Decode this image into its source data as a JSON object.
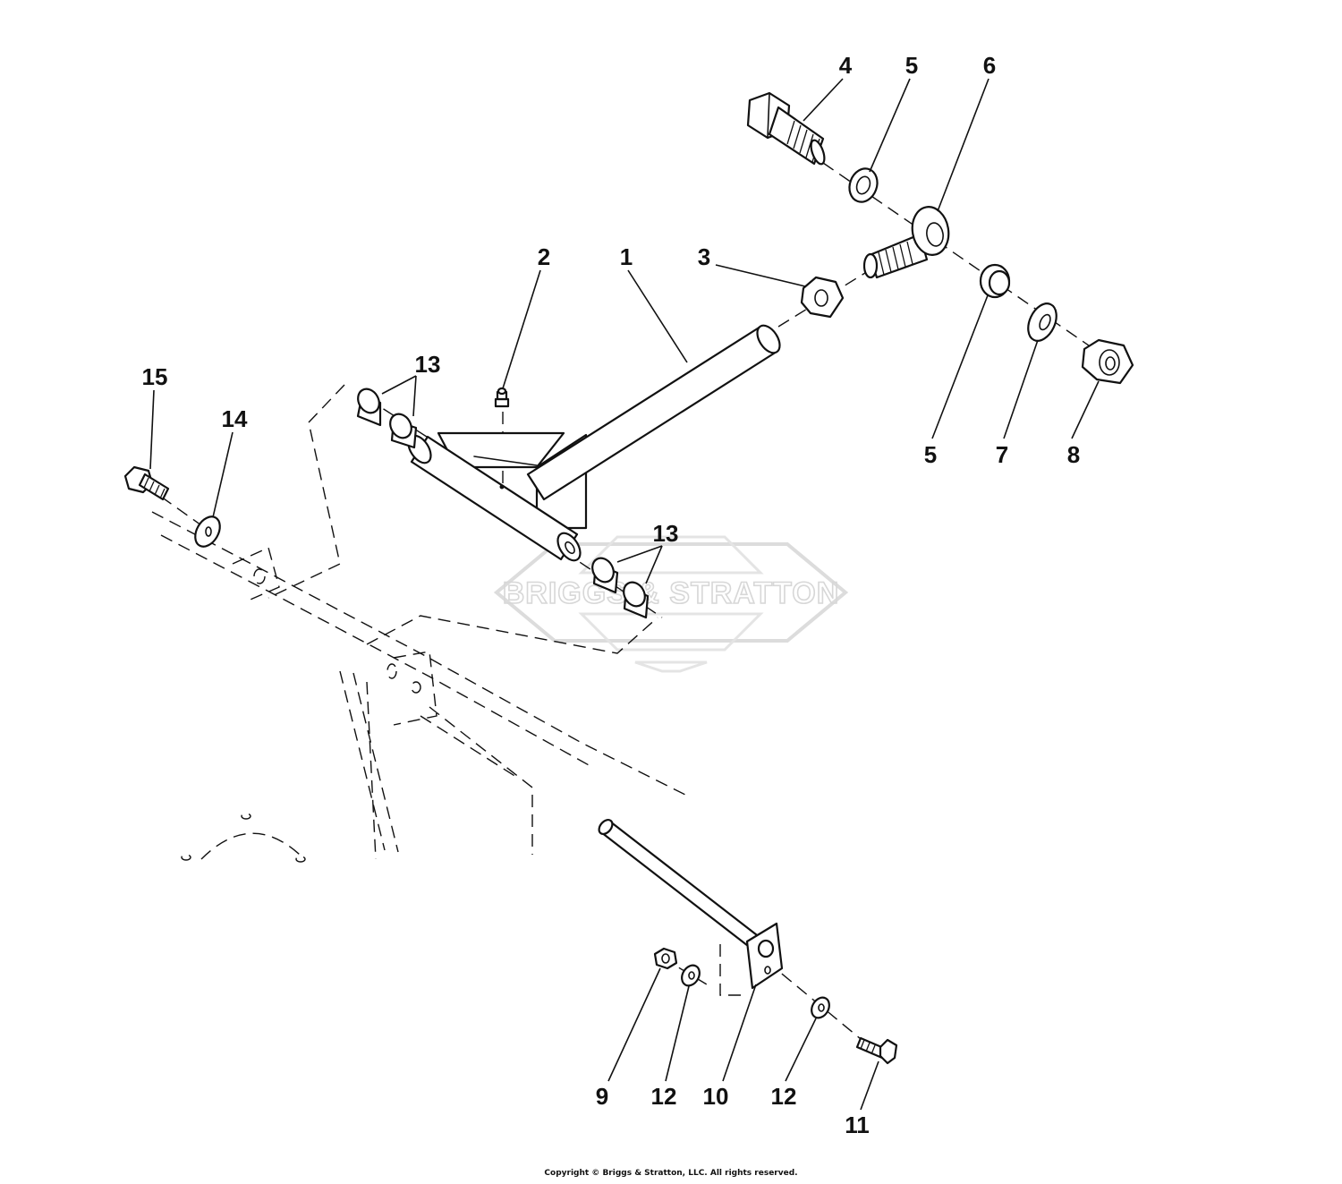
{
  "watermark": {
    "text": "BRIGGS & STRATTON"
  },
  "copyright": "Copyright © Briggs & Stratton, LLC. All rights reserved.",
  "callouts": {
    "c1": "1",
    "c2": "2",
    "c3": "3",
    "c4": "4",
    "c5a": "5",
    "c5b": "5",
    "c6": "6",
    "c7": "7",
    "c8": "8",
    "c9": "9",
    "c10": "10",
    "c11": "11",
    "c12a": "12",
    "c12b": "12",
    "c13a": "13",
    "c13b": "13",
    "c14": "14",
    "c15": "15"
  }
}
